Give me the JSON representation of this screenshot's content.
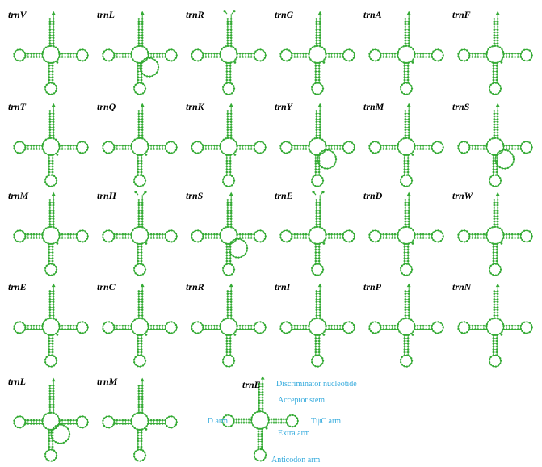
{
  "colors": {
    "structure": "#33aa33",
    "label": "#000000",
    "legend": "#33aadd",
    "background": "#ffffff"
  },
  "trnas": [
    {
      "name": "trnV",
      "variant": "standard"
    },
    {
      "name": "trnL",
      "variant": "big-loop"
    },
    {
      "name": "trnR",
      "variant": "fork-tip"
    },
    {
      "name": "trnG",
      "variant": "standard"
    },
    {
      "name": "trnA",
      "variant": "standard"
    },
    {
      "name": "trnF",
      "variant": "standard"
    },
    {
      "name": "trnT",
      "variant": "standard"
    },
    {
      "name": "trnQ",
      "variant": "standard"
    },
    {
      "name": "trnK",
      "variant": "standard"
    },
    {
      "name": "trnY",
      "variant": "big-loop"
    },
    {
      "name": "trnM",
      "variant": "standard"
    },
    {
      "name": "trnS",
      "variant": "big-loop"
    },
    {
      "name": "trnM",
      "variant": "standard"
    },
    {
      "name": "trnH",
      "variant": "fork-tip"
    },
    {
      "name": "trnS",
      "variant": "big-loop"
    },
    {
      "name": "trnE",
      "variant": "fork-tip"
    },
    {
      "name": "trnD",
      "variant": "standard"
    },
    {
      "name": "trnW",
      "variant": "standard"
    },
    {
      "name": "trnE",
      "variant": "standard"
    },
    {
      "name": "trnC",
      "variant": "standard"
    },
    {
      "name": "trnR",
      "variant": "standard"
    },
    {
      "name": "trnI",
      "variant": "standard"
    },
    {
      "name": "trnP",
      "variant": "standard"
    },
    {
      "name": "trnN",
      "variant": "standard"
    },
    {
      "name": "trnL",
      "variant": "big-loop"
    },
    {
      "name": "trnM",
      "variant": "standard"
    }
  ],
  "legend": {
    "name": "trnE",
    "labels": {
      "discriminator": "Discriminator nucleotide",
      "acceptor": "Acceptor stem",
      "d_arm": "D arm",
      "tpsic_arm": "TψC arm",
      "extra_arm": "Extra arm",
      "anticodon_arm": "Anticodon arm"
    }
  }
}
